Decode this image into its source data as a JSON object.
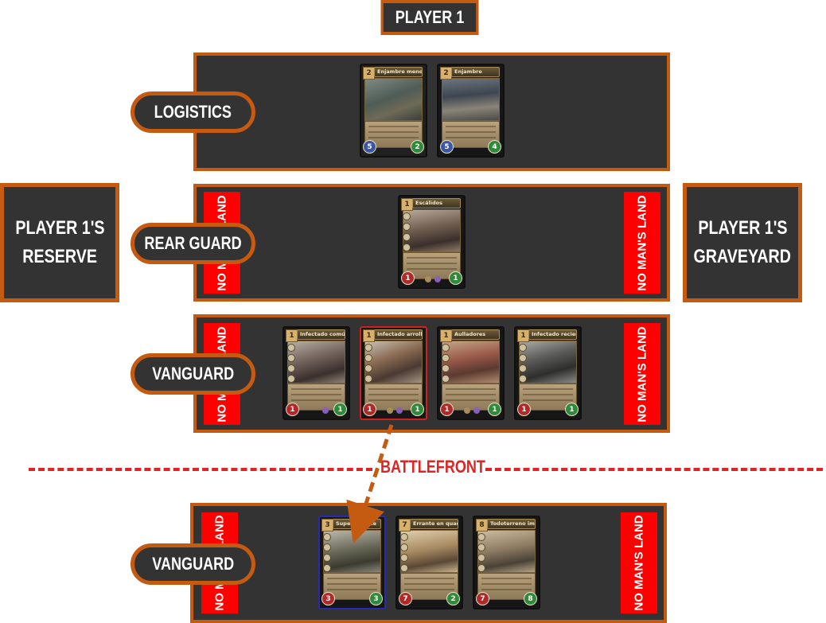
{
  "player_title": "PLAYER 1",
  "zones": {
    "logistics": "LOGISTICS",
    "rear_guard": "REAR GUARD",
    "vanguard_top": "VANGUARD",
    "vanguard_bottom": "VANGUARD"
  },
  "reserve": {
    "line1": "PLAYER 1'S",
    "line2": "RESERVE"
  },
  "graveyard": {
    "line1": "PLAYER 1'S",
    "line2": "GRAVEYARD"
  },
  "no_mans_land": "NO MAN'S LAND",
  "battlefront": "BATTLEFRONT",
  "colors": {
    "zone_bg": "#333333",
    "border": "#c55a11",
    "no_mans_land": "#ff0000",
    "battlefront": "#e02424"
  },
  "cards": {
    "logistics": [
      {
        "cost": "2",
        "name": "Enjambre menor",
        "left_orb": "5",
        "right_orb": "2",
        "left_color": "blue"
      },
      {
        "cost": "2",
        "name": "Enjambre",
        "left_orb": "5",
        "right_orb": "4",
        "left_color": "blue"
      }
    ],
    "rear_guard": [
      {
        "cost": "1",
        "name": "Escálidos",
        "left_orb": "1",
        "right_orb": "1",
        "left_color": "red"
      }
    ],
    "vanguard_top": [
      {
        "cost": "1",
        "name": "Infectado común",
        "left_orb": "1",
        "right_orb": "1",
        "left_color": "red"
      },
      {
        "cost": "1",
        "name": "Infectado arrollador",
        "left_orb": "1",
        "right_orb": "1",
        "left_color": "red"
      },
      {
        "cost": "1",
        "name": "Aulladores",
        "left_orb": "1",
        "right_orb": "1",
        "left_color": "red"
      },
      {
        "cost": "1",
        "name": "Infectado reciente",
        "left_orb": "1",
        "right_orb": "1",
        "left_color": "red"
      }
    ],
    "vanguard_bottom": [
      {
        "cost": "3",
        "name": "Superviviente",
        "left_orb": "3",
        "right_orb": "3",
        "left_color": "red"
      },
      {
        "cost": "7",
        "name": "Errante en quad",
        "left_orb": "7",
        "right_orb": "2",
        "left_color": "red"
      },
      {
        "cost": "8",
        "name": "Todoterreno improvisado",
        "left_orb": "7",
        "right_orb": "8",
        "left_color": "red"
      }
    ]
  }
}
